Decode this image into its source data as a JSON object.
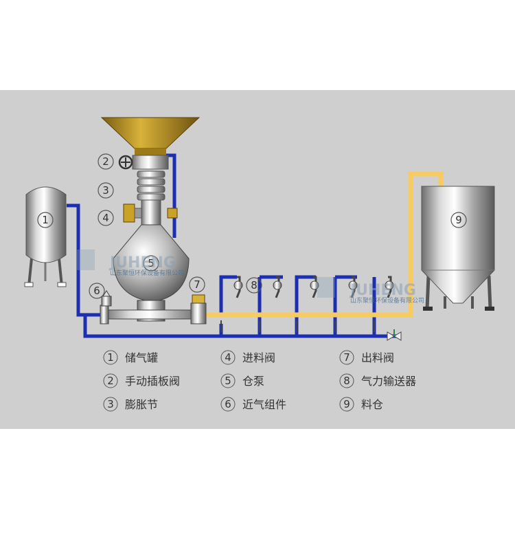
{
  "diagram": {
    "callouts": {
      "c1": "1",
      "c2": "2",
      "c3": "3",
      "c4": "4",
      "c5": "5",
      "c6": "6",
      "c7": "7",
      "c8": "8",
      "c9": "9"
    },
    "legend": [
      {
        "num": "1",
        "label": "储气罐"
      },
      {
        "num": "2",
        "label": "手动插板阀"
      },
      {
        "num": "3",
        "label": "膨胀节"
      },
      {
        "num": "4",
        "label": "进料阀"
      },
      {
        "num": "5",
        "label": "仓泵"
      },
      {
        "num": "6",
        "label": "近气组件"
      },
      {
        "num": "7",
        "label": "出料阀"
      },
      {
        "num": "8",
        "label": "气力输送器"
      },
      {
        "num": "9",
        "label": "料仓"
      }
    ],
    "watermark": {
      "brand": "JUHENG",
      "company": "山东聚恒环保设备有限公司"
    },
    "colors": {
      "background": "#cfcfcf",
      "air_pipe": "#1c2fb0",
      "material_pipe": "#f7cb62",
      "hopper": "#c9a227"
    }
  }
}
